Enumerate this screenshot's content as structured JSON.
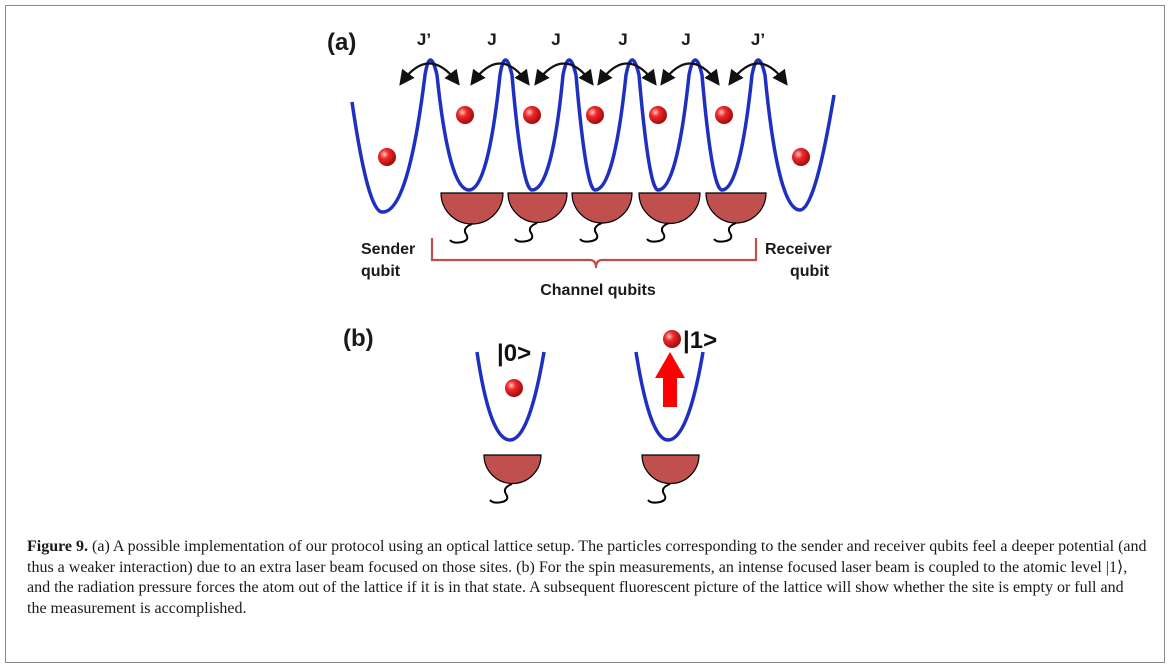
{
  "panel_a": {
    "label": "(a)",
    "couplings": [
      "J’",
      "J",
      "J",
      "J",
      "J",
      "J’"
    ],
    "sender_label": [
      "Sender",
      "qubit"
    ],
    "receiver_label": [
      "Receiver",
      "qubit"
    ],
    "channel_label": "Channel qubits"
  },
  "panel_b": {
    "label": "(b)",
    "ket_zero": "|0>",
    "ket_one": "|1>"
  },
  "caption": {
    "figure_label": "Figure 9.",
    "text": " (a) A possible implementation of our protocol using an optical lattice setup. The particles corresponding to the sender and receiver qubits feel a deeper potential (and thus a weaker interaction) due to an extra laser beam focused on those sites. (b) For the spin measurements, an intense focused laser beam is coupled to the atomic level |1⟩, and the radiation pressure forces the atom out of the lattice if it is in that state. A subsequent fluorescent picture of the lattice will show whether the site is empty or full and the measurement is accomplished."
  },
  "colors": {
    "potential": "#1f2fc0",
    "atom": "#e0141a",
    "detector": "#c0504d",
    "bracket": "#c0504d",
    "arrow": "#ff0000"
  }
}
